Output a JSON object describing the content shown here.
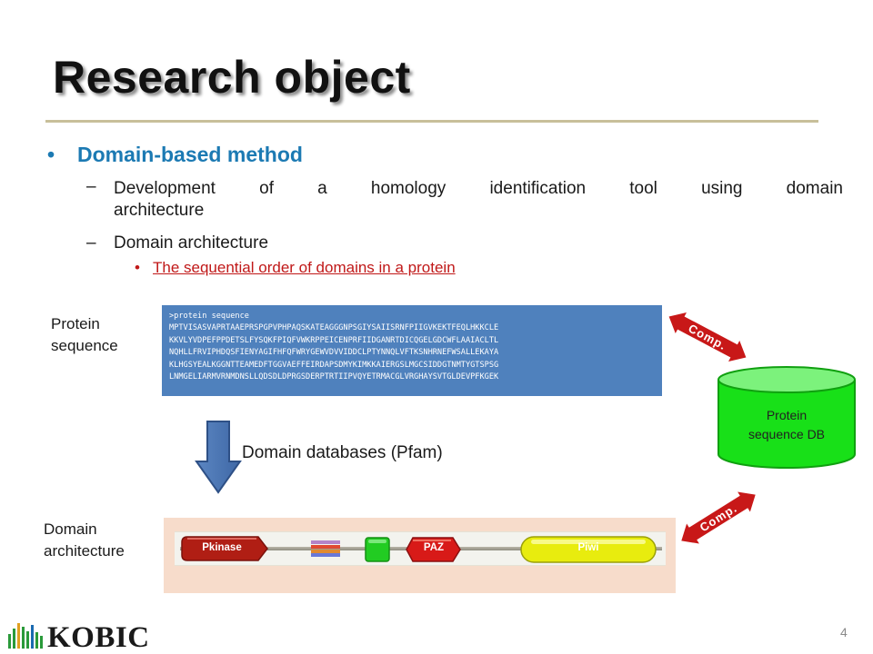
{
  "slide": {
    "title": "Research object",
    "bullet1": "Domain-based method",
    "sub1_line1": "Development of a homology identification tool using domain",
    "sub1_line2": "architecture",
    "sub2": "Domain architecture",
    "subsub1": "The sequential order of domains in a protein",
    "dash": "–",
    "dot": "•",
    "page_number": "4"
  },
  "diagram": {
    "protein_label_1": "Protein",
    "protein_label_2": "sequence",
    "sequence_lines": [
      ">protein sequence",
      "MPTVISASVAPRTAAEPRSPGPVPHPAQSKATEAGGGNPSGIYSAIISRNFPIIGVKEKTFEQLHKKCLE",
      "KKVLYVDPEFPPDETSLFYSQKFPIQFVWKRPPEICENPRFIIDGANRTDICQGELGDCWFLAAIACLTL",
      "NQHLLFRVIPHDQSFIENYAGIFHFQFWRYGEWVDVVIDDCLPTYNNQLVFTKSNHRNEFWSALLEKAYA",
      "KLHGSYEALKGGNTTEAMEDFTGGVAEFFEIRDAPSDMYKIMKKAIERGSLMGCSIDDGTNMTYGTSPSG",
      "LNMGELIARMVRNMDNSLLQDSDLDPRGSDERPTRTIIPVQYETRMACGLVRGHAYSVTGLDEVPFKGEK"
    ],
    "db_arrow_label": "Domain databases (Pfam)",
    "db_cylinder_line1": "Protein",
    "db_cylinder_line2": "sequence DB",
    "comp_label": "Comp.",
    "domain_label_1": "Domain",
    "domain_label_2": "architecture",
    "domains": [
      {
        "name": "Pkinase",
        "color": "#b01e14"
      },
      {
        "name": "PAZ",
        "color": "#d81a18"
      },
      {
        "name": "Piwi",
        "color": "#e8ec0e"
      }
    ]
  },
  "colors": {
    "bullet_blue": "#1c7ab3",
    "emphasis_red": "#c01818",
    "seq_box": "#4f81bd",
    "cylinder_green": "#18e018",
    "comp_arrow": "#c81818",
    "domain_bg": "#f7dccb"
  },
  "footer": {
    "logo_text": "KOBIC"
  }
}
